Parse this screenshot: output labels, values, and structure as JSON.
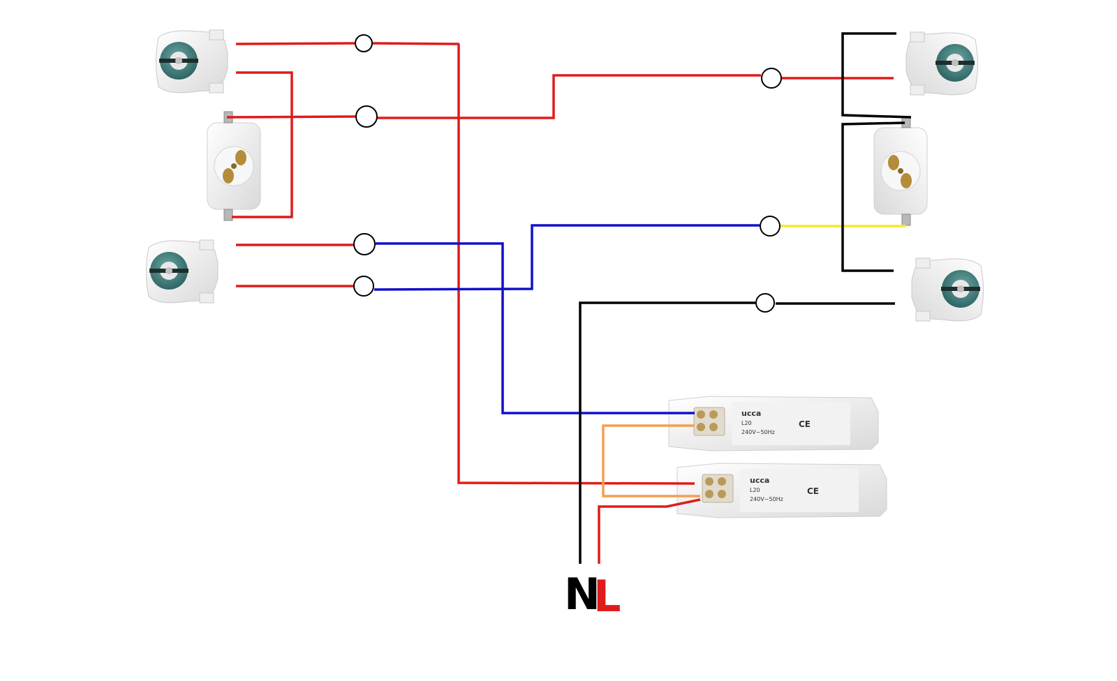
{
  "colors": {
    "live_wire": "#e01b1b",
    "neutral_wire": "#000000",
    "blue_wire": "#1010cc",
    "yellow_wire": "#f2ea2a",
    "orange_wire": "#f0a050",
    "holder_teal": "#3d7a78",
    "part_white": "#f4f4f4"
  },
  "terminals": {
    "neutral": "N",
    "live": "L"
  },
  "ballasts": [
    {
      "brand": "ucca",
      "model": "L20 ",
      "rating": "240V~50Hz",
      "mark": "CE"
    },
    {
      "brand": "ucca",
      "model": "L20 ",
      "rating": "240V~50Hz",
      "mark": "CE"
    }
  ]
}
